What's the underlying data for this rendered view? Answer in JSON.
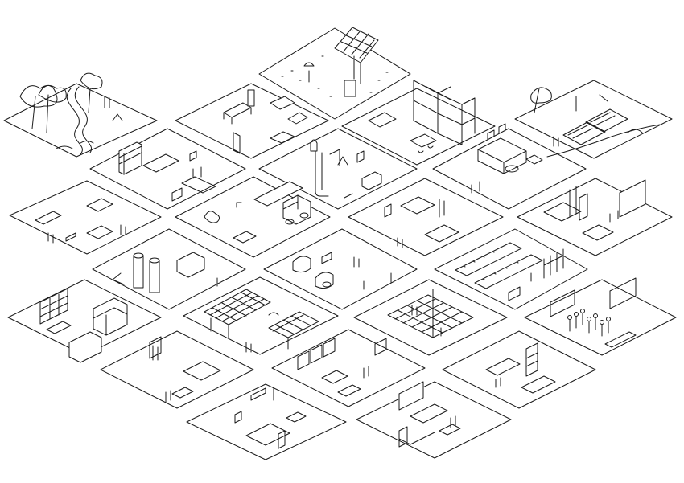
{
  "colors": {
    "line": "#1a1a1a",
    "paper": "#ffffff"
  },
  "tiles": [
    {
      "id": "river-park",
      "icon": "tree-icon"
    },
    {
      "id": "solar-field",
      "icon": "solar-panel-icon"
    },
    {
      "id": "garden-plots",
      "icon": "garden-bed-icon"
    },
    {
      "id": "office-desks",
      "icon": "desk-icon"
    },
    {
      "id": "construction-frame",
      "icon": "scaffold-icon"
    },
    {
      "id": "kitchen-workroom",
      "icon": "shelf-icon"
    },
    {
      "id": "pipe-workshop",
      "icon": "pipe-icon"
    },
    {
      "id": "machine-plant",
      "icon": "machine-icon"
    },
    {
      "id": "dining-tables",
      "icon": "table-icon"
    },
    {
      "id": "truck-yard",
      "icon": "truck-icon"
    },
    {
      "id": "lab-benches",
      "icon": "bench-icon"
    },
    {
      "id": "classroom-board",
      "icon": "board-icon"
    },
    {
      "id": "tank-room",
      "icon": "tank-icon"
    },
    {
      "id": "vehicle-lot",
      "icon": "vehicle-icon"
    },
    {
      "id": "assembly-line",
      "icon": "conveyor-icon"
    },
    {
      "id": "storage-lockers",
      "icon": "locker-icon"
    },
    {
      "id": "solar-array",
      "icon": "solar-panel-icon"
    },
    {
      "id": "sports-court",
      "icon": "court-icon"
    },
    {
      "id": "lecture-crowd",
      "icon": "people-icon"
    },
    {
      "id": "meeting-room",
      "icon": "chair-icon"
    },
    {
      "id": "study-booths",
      "icon": "booth-icon"
    },
    {
      "id": "reception",
      "icon": "counter-icon"
    },
    {
      "id": "empty-room",
      "icon": "door-icon"
    },
    {
      "id": "seminar-room",
      "icon": "screen-icon"
    }
  ]
}
